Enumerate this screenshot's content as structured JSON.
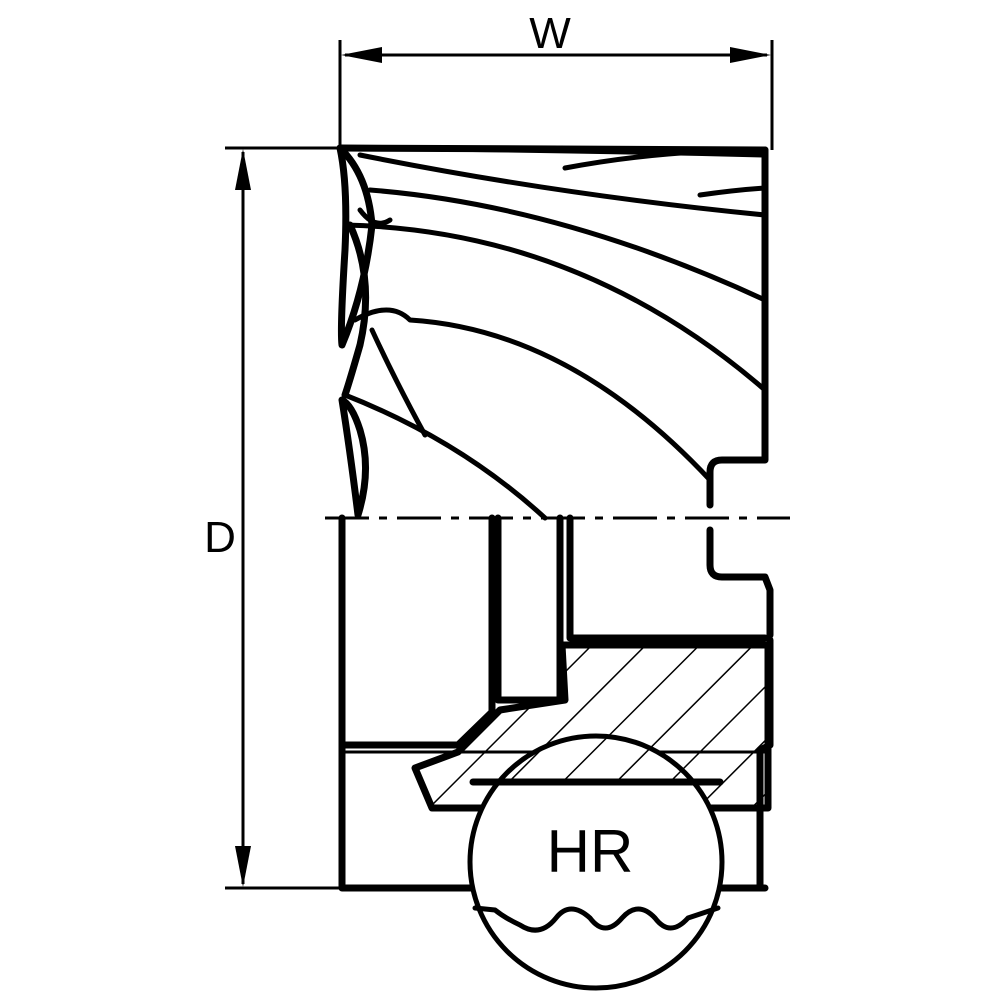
{
  "dimensions": {
    "width_label": "W",
    "diameter_label": "D"
  },
  "detail": {
    "label": "HR"
  },
  "colors": {
    "line": "#000000",
    "background": "#ffffff"
  }
}
